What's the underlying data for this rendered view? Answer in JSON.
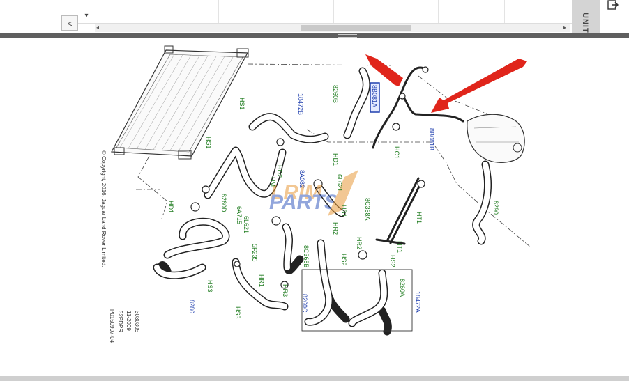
{
  "toolbar": {
    "dropdown_arrow": "▾",
    "collapse_label": "<",
    "scroll_left": "◂",
    "scroll_right": "▸",
    "unit_label": "UNIT"
  },
  "icons": {
    "export": "export-icon",
    "dropdown": "chevron-down-icon",
    "collapse": "chevron-left-icon"
  },
  "diagram": {
    "copyright": "© Copyright, 2016, Jaguar Land Rover Limited.",
    "ref_codes": [
      "3030305",
      "11-2009",
      "32PDPR",
      "P0150907-04"
    ],
    "watermark": "LRIMPARTS",
    "highlight_color": "#1f3fae",
    "arrow_color": "#e0251b",
    "labels_green": [
      "HS1",
      "HS1",
      "HD1",
      "8260D",
      "6A715",
      "HD2",
      "HM",
      "8260B",
      "HD1",
      "6L621",
      "HC1",
      "5F235",
      "HR1",
      "HS3",
      "HS3",
      "HR3",
      "8C368B",
      "HR2",
      "HR2",
      "HS2",
      "8C368A",
      "HT1",
      "HT1",
      "HS2",
      "8260A",
      "8290",
      "HB1",
      "6L621"
    ],
    "labels_blue": [
      "18472B",
      "8B081A",
      "8B081B",
      "8260C",
      "18472A",
      "8286",
      "8A082"
    ],
    "selected_part": "8B081A"
  }
}
